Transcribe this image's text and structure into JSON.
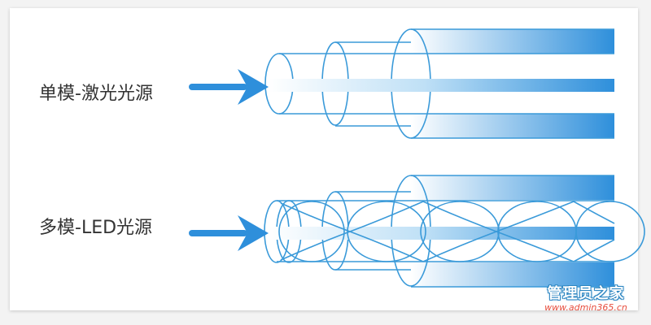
{
  "labels": {
    "single_mode": "单模-激光光源",
    "multi_mode": "多模-LED光源"
  },
  "watermark": {
    "title": "管理员之家",
    "url": "www.admin365.cn"
  },
  "colors": {
    "accent": "#2e8fdb",
    "fiber_line": "#3a9ad9",
    "label_text": "#333333",
    "background": "#ffffff",
    "page_background": "#f3f3f3"
  }
}
